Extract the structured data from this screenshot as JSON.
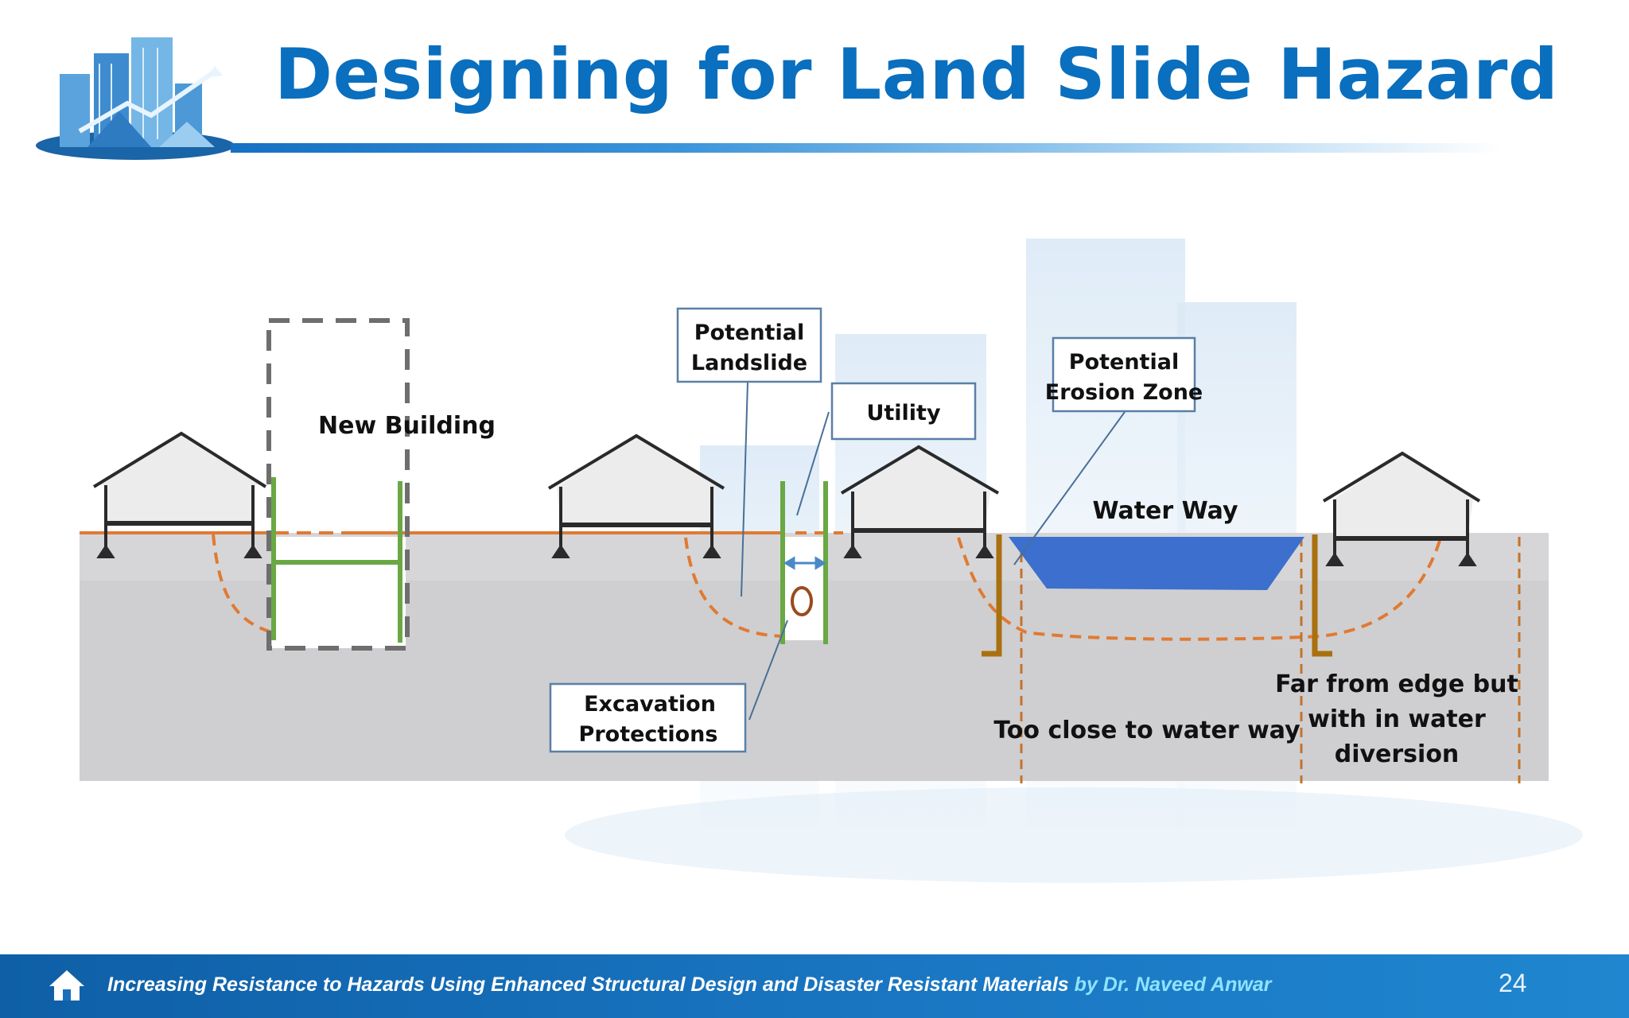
{
  "slide": {
    "title": "Designing for Land Slide Hazard",
    "page_number": "24"
  },
  "footer": {
    "text": "Increasing Resistance to Hazards Using Enhanced Structural Design and Disaster Resistant Materials",
    "author": "by Dr. Naveed Anwar",
    "icon": "home-icon"
  },
  "diagram": {
    "labels": {
      "new_building": "New Building",
      "potential_landslide_1": "Potential",
      "potential_landslide_2": "Landslide",
      "utility": "Utility",
      "potential_erosion_1": "Potential",
      "potential_erosion_2": "Erosion Zone",
      "water_way": "Water Way",
      "excavation_1": "Excavation",
      "excavation_2": "Protections",
      "too_close": "Too close to water way",
      "far_from_edge_1": "Far from edge but",
      "far_from_edge_2": "with in water",
      "far_from_edge_3": "diversion"
    }
  },
  "colors": {
    "title": "#0a6fbe",
    "ground": "#cfcfd1",
    "surface_line": "#e07a33",
    "slip_line": "#e07a33",
    "shoring": "#6aa844",
    "retaining_wall": "#a9700f",
    "water": "#3c6fce",
    "footer": "#1670c4"
  }
}
